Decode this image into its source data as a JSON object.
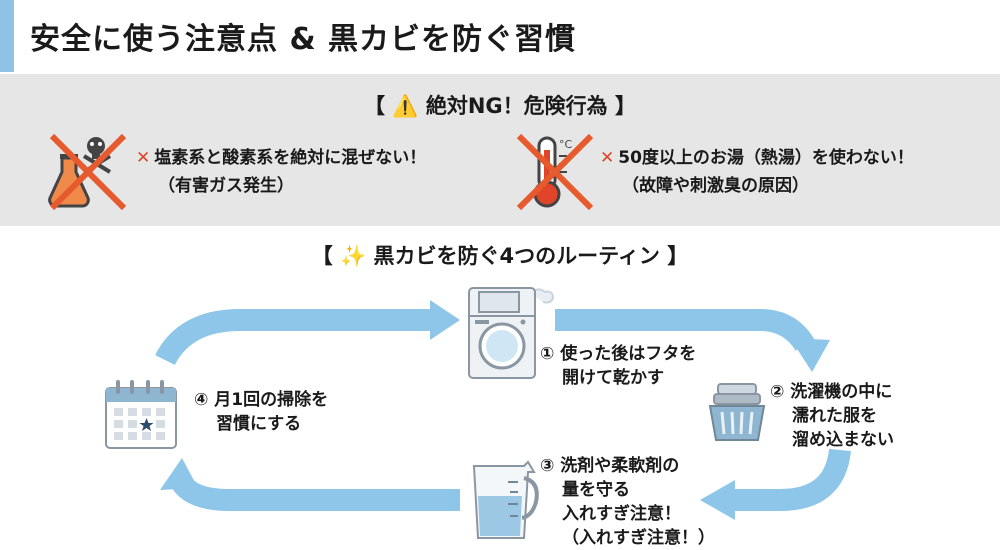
{
  "title": "安全に使う注意点 & 黒カビを防ぐ習慣",
  "ng_section": {
    "heading": "【 ⚠️ 絶対NG！危険行為 】",
    "items": [
      {
        "line1": "塩素系と酸素系を絶対に混ぜない！",
        "line2": "（有害ガス発生）",
        "icon": "chemical-mix-icon"
      },
      {
        "line1": "50度以上のお湯（熱湯）を使わない！",
        "line2": "（故障や刺激臭の原因）",
        "icon": "thermometer-icon"
      }
    ],
    "x_mark": "✕"
  },
  "routine_section": {
    "heading": "【 ✨ 黒カビを防ぐ4つのルーティン 】",
    "steps": [
      {
        "line1": "① 使った後はフタを",
        "line2": "開けて乾かす",
        "icon": "washing-machine-icon"
      },
      {
        "line1": "② 洗濯機の中に",
        "line2": "濡れた服を",
        "line3": "溜め込まない",
        "icon": "laundry-basket-icon"
      },
      {
        "line1": "③ 洗剤や柔軟剤の",
        "line2": "量を守る",
        "line3": "入れすぎ注意！",
        "line4": "（入れすぎ注意！）",
        "icon": "measuring-cup-icon"
      },
      {
        "line1": "④ 月1回の掃除を",
        "line2": "習慣にする",
        "icon": "calendar-icon"
      }
    ]
  },
  "colors": {
    "accent": "#8ec3e6",
    "arrow": "#8dc6e8",
    "panel": "#e6e6e6",
    "x": "#e0452a"
  }
}
